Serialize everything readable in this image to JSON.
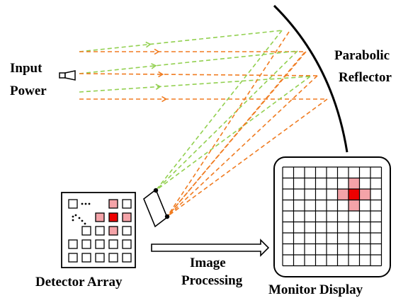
{
  "labels": {
    "input_line1": "Input",
    "input_line2": "Power",
    "reflector_line1": "Parabolic",
    "reflector_line2": "Reflector",
    "detector": "Detector Array",
    "processing_line1": "Image",
    "processing_line2": "Processing",
    "monitor": "Monitor Display"
  },
  "colors": {
    "green_ray": "#92d050",
    "orange_ray": "#f07c22",
    "pixel_light": "#f4a3a8",
    "pixel_dark": "#ee0000",
    "stroke": "#000000"
  },
  "icons": [
    "horn-antenna-icon",
    "arrow-right-icon"
  ]
}
